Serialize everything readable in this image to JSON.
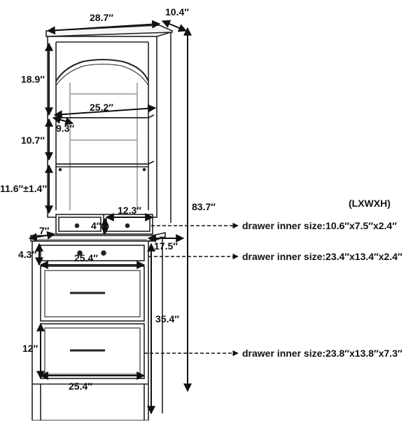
{
  "labels": {
    "top_width": "28.7″",
    "top_depth": "10.4″",
    "top_section_height": "18.9″",
    "shelf_width": "25.2″",
    "shelf_depth": "9.3″",
    "middle_section_height": "10.7″",
    "lower_open_height": "11.6″±1.4″",
    "total_height": "83.7″",
    "small_drawer_width": "12.3″",
    "small_drawer_height": "4″",
    "counter_overhang": "7″",
    "base_depth": "17.5″",
    "top_drawer_height": "4.3″",
    "top_drawer_width": "25.4″",
    "base_cabinet_height": "35.4″",
    "bottom_drawer_height": "12″",
    "bottom_width": "25.4″"
  },
  "notes": {
    "format": "(LXWXH)",
    "small_drawer": "drawer inner size:10.6″x7.5″x2.4″",
    "middle_drawer": "drawer inner size:23.4″x13.4″x2.4″",
    "large_drawer": "drawer inner size:23.8″x13.8″x7.3″"
  }
}
